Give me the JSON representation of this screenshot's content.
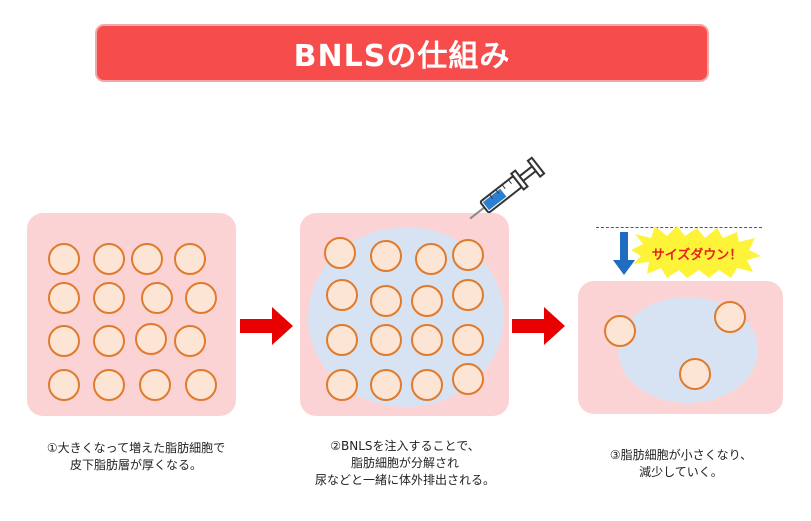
{
  "title": "BNLSの仕組み",
  "colors": {
    "banner": "#f74c4c",
    "panel": "#fcd3d5",
    "cell_fill": "#fde5d6",
    "cell_border": "#e07a2c",
    "injection_area": "#d7e3f2",
    "arrow": "#e60000",
    "down_arrow": "#1f6cc0",
    "burst": "#fdf43a",
    "burst_text": "#e81f1f"
  },
  "icons": {
    "syringe": "syringe-icon",
    "step_arrow": "arrow-right-icon",
    "down_arrow": "arrow-down-icon"
  },
  "steps": [
    {
      "caption": [
        "①大きくなって増えた脂肪細胞で",
        "皮下脂肪層が厚くなる。"
      ]
    },
    {
      "caption": [
        "②BNLSを注入することで、",
        "脂肪細胞が分解され",
        "尿などと一緒に体外排出される。"
      ]
    },
    {
      "caption": [
        "③脂肪細胞が小さくなり、",
        "減少していく。"
      ],
      "badge": "サイズダウン！"
    }
  ]
}
